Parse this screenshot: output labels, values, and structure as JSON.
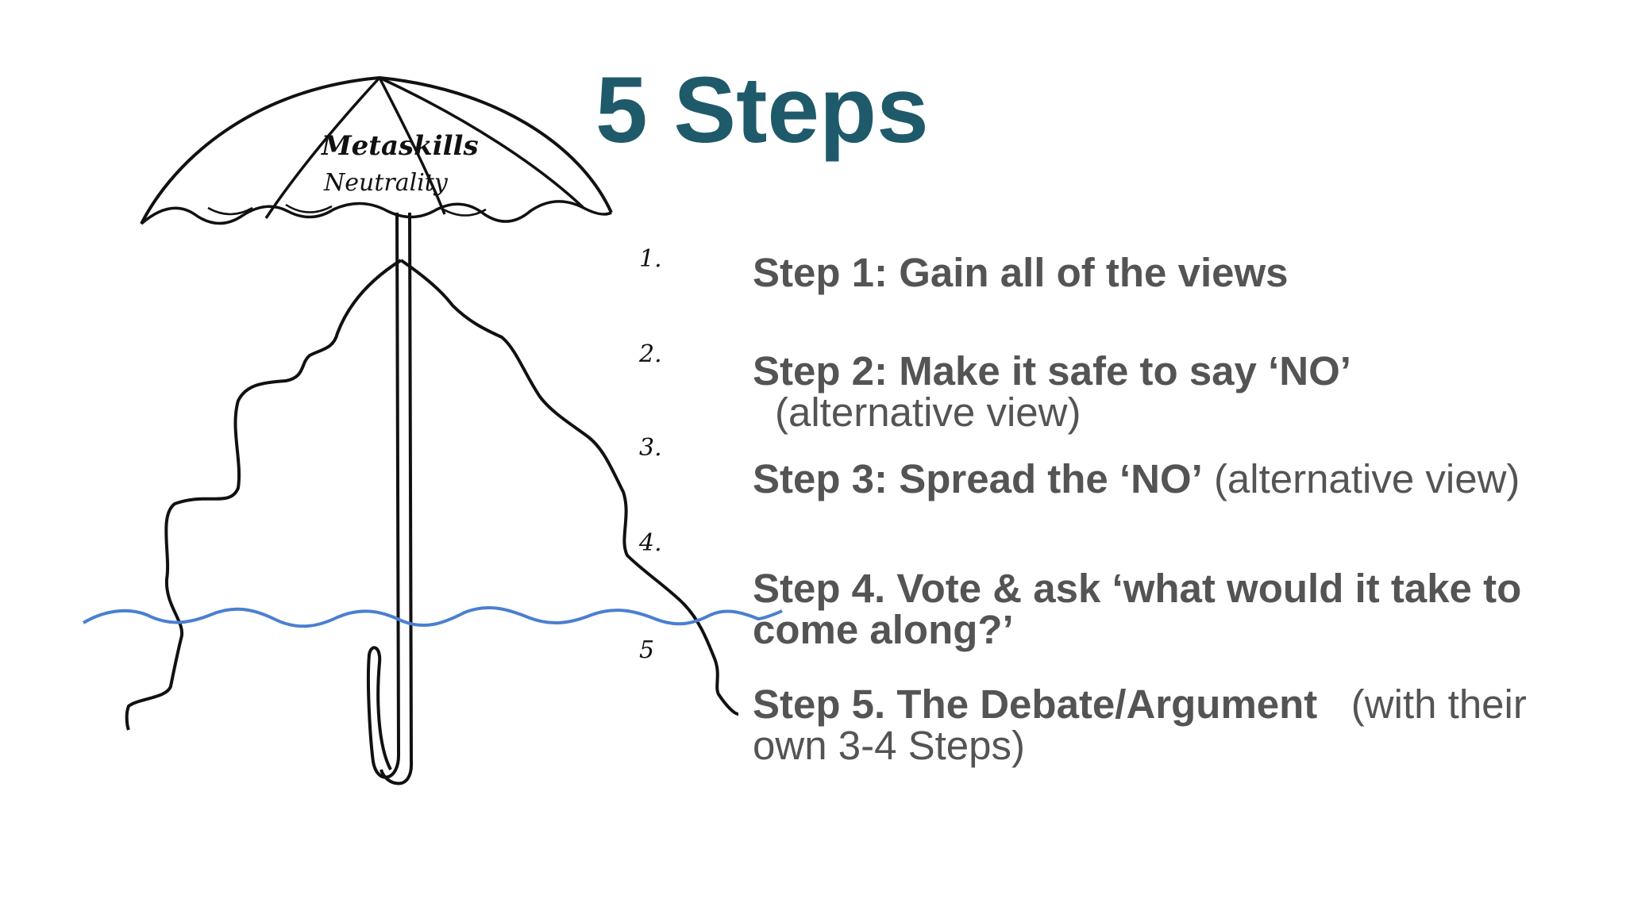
{
  "title": "5 Steps",
  "illustration": {
    "canopy_label_1": "Metaskills",
    "canopy_label_2": "Neutrality",
    "markers": [
      "1.",
      "2.",
      "3.",
      "4.",
      "5"
    ]
  },
  "steps": [
    {
      "bold": "Step 1: Gain all of the views",
      "normal": ""
    },
    {
      "bold": "Step 2: Make it safe to say ‘NO’",
      "normal": "(alternative view)"
    },
    {
      "bold": "Step 3: Spread the ‘NO’",
      "normal": " (alternative view)"
    },
    {
      "bold": "Step 4. Vote & ask ‘what would it take to come along?’",
      "normal": ""
    },
    {
      "bold": "Step 5. The Debate/Argument",
      "normal": "   (with their own 3-4 Steps)"
    }
  ],
  "colors": {
    "title": "#1f5a6b",
    "body_text": "#545454",
    "water_line": "#4a7fd0",
    "sketch": "#111111"
  }
}
